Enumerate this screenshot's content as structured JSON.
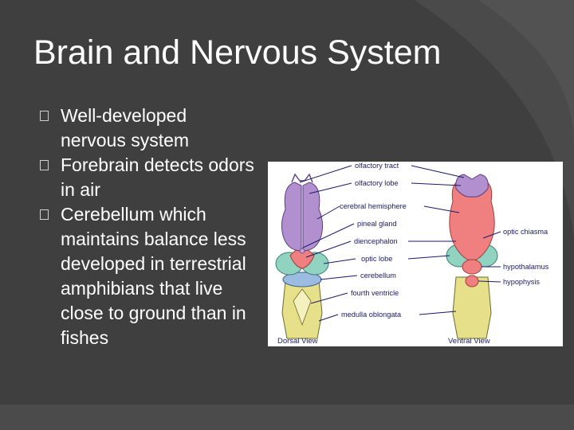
{
  "slide": {
    "title": "Brain and Nervous System",
    "bullets": [
      "Well-developed nervous system",
      "Forebrain detects odors in air",
      "Cerebellum which maintains balance less developed in terrestrial amphibians that live close to ground than in fishes"
    ],
    "bullet_icon": "square-bullet-icon"
  },
  "figure": {
    "labels": {
      "olfactory_tract": "olfactory tract",
      "olfactory_lobe": "olfactory lobe",
      "cerebral_hemisphere": "cerebral hemisphere",
      "pineal_gland": "pineal gland",
      "diencephalon": "diencephalon",
      "optic_lobe": "optic lobe",
      "cerebellum": "cerebellum",
      "fourth_ventricle": "fourth ventricle",
      "medulla_oblongata": "medulla oblongata",
      "optic_chiasma": "optic chiasma",
      "hypothalamus": "hypothalamus",
      "hypophysis": "hypophysis"
    },
    "captions": {
      "dorsal": "Dorsal View",
      "ventral": "Ventral View"
    },
    "colors": {
      "forebrain": "#b28fcf",
      "diencephalon": "#f08080",
      "optic_lobe": "#8fd3c0",
      "cerebellum": "#9bbbe0",
      "medulla": "#e6e08a",
      "leader": "#1a1a66"
    }
  }
}
